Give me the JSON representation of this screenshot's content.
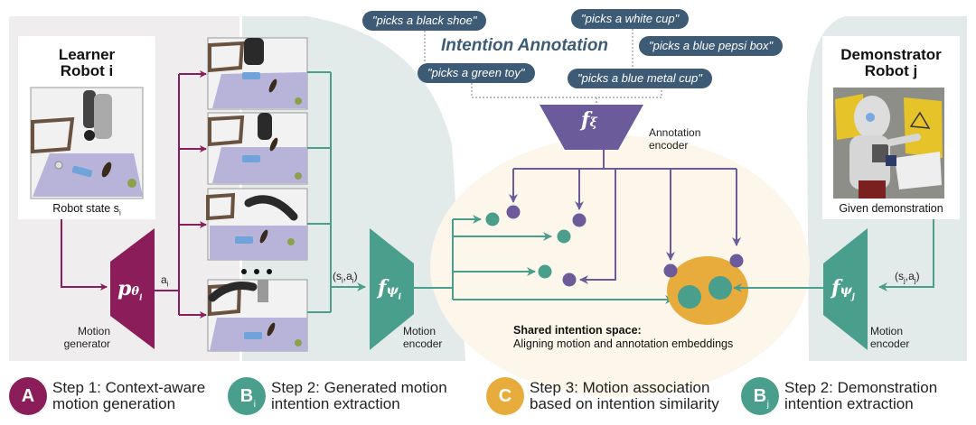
{
  "colors": {
    "motion_generator": "#8b1e5a",
    "motion_encoder": "#4a9e8c",
    "annotation_encoder": "#6b5b9a",
    "shared_space": "#e8ac3c",
    "pill_bg": "#3e5b76",
    "panel_learner_bg": "#efedee",
    "panel_teal_bg": "#e2eaea",
    "shared_space_bg": "#fdf6ea"
  },
  "learner": {
    "title_line1": "Learner",
    "title_line2": "Robot i",
    "state_caption": "Robot state s",
    "state_sub": "i"
  },
  "motion_generator": {
    "symbol": "p",
    "symbol_sub": "θ",
    "symbol_subsub": "i",
    "label_line1": "Motion",
    "label_line2": "generator",
    "output_label": "a",
    "output_sub": "i"
  },
  "generated_frames": {
    "count": 4,
    "ellipsis": "• • •"
  },
  "motion_encoder_i": {
    "symbol": "f",
    "symbol_sub": "ψ",
    "symbol_subsub": "i",
    "input_label": "(s",
    "input_label_sub1": "i",
    "input_label_mid": ",a",
    "input_label_sub2": "i",
    "input_label_end": ")",
    "label_line1": "Motion",
    "label_line2": "encoder"
  },
  "intention_annotation": {
    "title": "Intention Annotation",
    "phrases": [
      "\"picks a black shoe\"",
      "\"picks a white cup\"",
      "\"picks a blue pepsi box\"",
      "\"picks a green toy\"",
      "\"picks a blue metal cup\""
    ]
  },
  "annotation_encoder": {
    "symbol": "f",
    "symbol_sub": "ξ",
    "label_line1": "Annotation",
    "label_line2": "encoder"
  },
  "shared_space": {
    "title": "Shared intention space:",
    "subtitle": "Aligning motion and annotation embeddings"
  },
  "demonstrator": {
    "title_line1": "Demonstrator",
    "title_line2": "Robot j",
    "caption": "Given demonstration"
  },
  "motion_encoder_j": {
    "symbol": "f",
    "symbol_sub": "ψ",
    "symbol_subsub": "j",
    "input_label": "(s",
    "input_label_sub1": "j",
    "input_label_mid": ",a",
    "input_label_sub2": "j",
    "input_label_end": ")",
    "label_line1": "Motion",
    "label_line2": "encoder"
  },
  "legend": [
    {
      "badge": "A",
      "badge_sub": "",
      "line1": "Step 1: Context-aware",
      "line2": "motion generation",
      "color": "#8b1e5a"
    },
    {
      "badge": "B",
      "badge_sub": "i",
      "line1": "Step 2: Generated motion",
      "line2": "intention extraction",
      "color": "#4a9e8c"
    },
    {
      "badge": "C",
      "badge_sub": "",
      "line1": "Step 3: Motion association",
      "line2": "based on intention similarity",
      "color": "#e8ac3c"
    },
    {
      "badge": "B",
      "badge_sub": "j",
      "line1": "Step 2: Demonstration",
      "line2": "intention extraction",
      "color": "#4a9e8c"
    }
  ]
}
